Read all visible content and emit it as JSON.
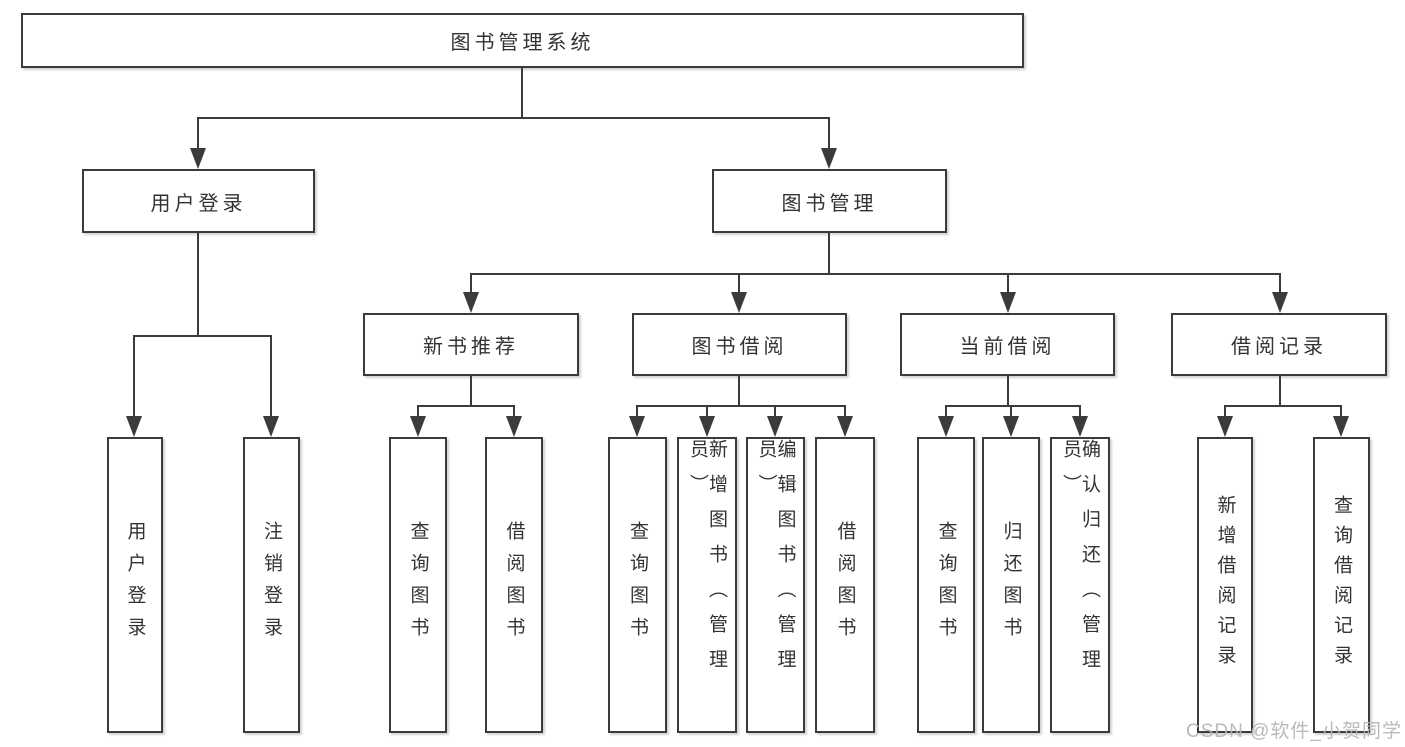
{
  "diagram": {
    "title": "图书管理系统",
    "root": {
      "label": "图书管理系统"
    },
    "level2": [
      {
        "id": "user-login",
        "label": "用户登录"
      },
      {
        "id": "book-management",
        "label": "图书管理"
      }
    ],
    "level3": [
      {
        "id": "new-book-recommend",
        "label": "新书推荐",
        "parent": "图书管理"
      },
      {
        "id": "book-borrow",
        "label": "图书借阅",
        "parent": "图书管理"
      },
      {
        "id": "current-borrow",
        "label": "当前借阅",
        "parent": "图书管理"
      },
      {
        "id": "borrow-records",
        "label": "借阅记录",
        "parent": "图书管理"
      }
    ],
    "leaves": [
      {
        "label": "用户登录",
        "parent": "用户登录"
      },
      {
        "label": "注销登录",
        "parent": "用户登录"
      },
      {
        "label": "查询图书",
        "parent": "新书推荐"
      },
      {
        "label": "借阅图书",
        "parent": "新书推荐"
      },
      {
        "label": "查询图书",
        "parent": "图书借阅"
      },
      {
        "label": "新增图书（管理员）",
        "parent": "图书借阅"
      },
      {
        "label": "编辑图书（管理员）",
        "parent": "图书借阅"
      },
      {
        "label": "借阅图书",
        "parent": "图书借阅"
      },
      {
        "label": "查询图书",
        "parent": "当前借阅"
      },
      {
        "label": "归还图书",
        "parent": "当前借阅"
      },
      {
        "label": "确认归还（管理员）",
        "parent": "当前借阅"
      },
      {
        "label": "新增借阅记录",
        "parent": "借阅记录"
      },
      {
        "label": "查询借阅记录",
        "parent": "借阅记录"
      }
    ],
    "watermark": "CSDN @软件_小贺同学",
    "colors": {
      "line": "#3b3b3b",
      "text": "#333333",
      "watermark_text": "#b6b6b6",
      "background": "#ffffff"
    }
  }
}
